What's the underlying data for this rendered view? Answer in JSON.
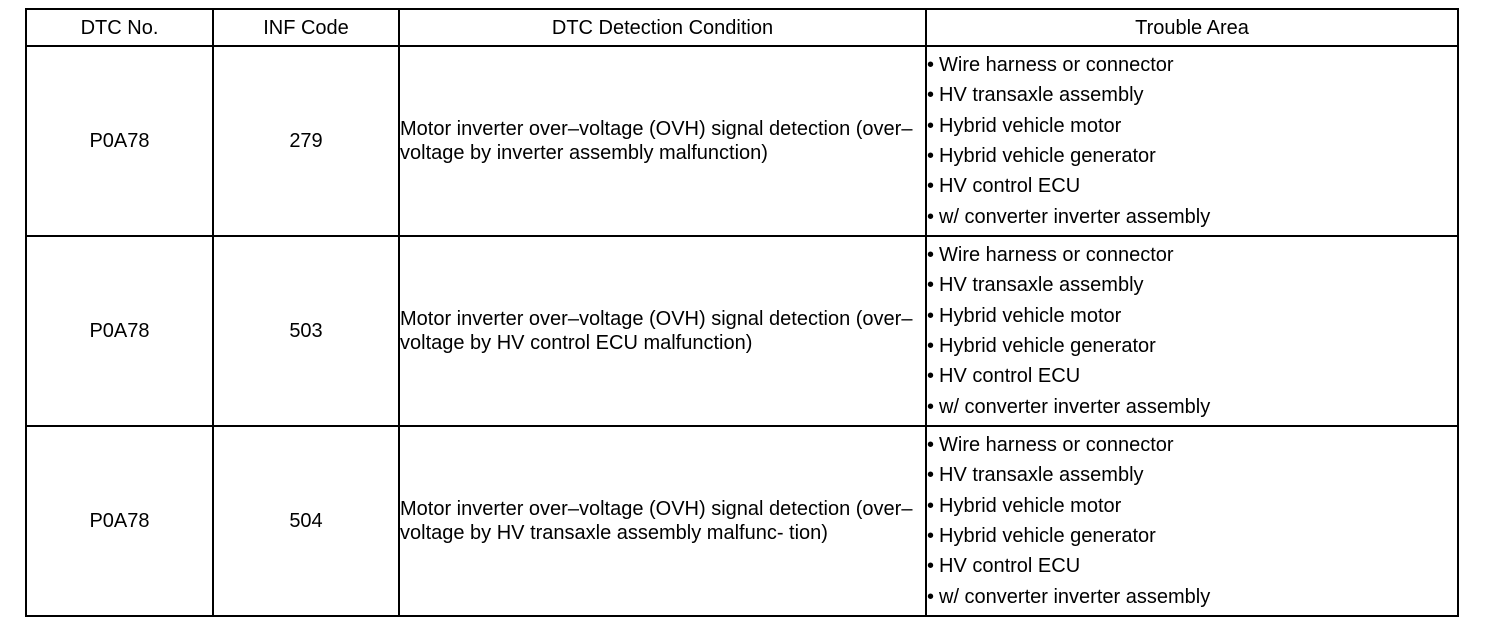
{
  "table": {
    "headers": [
      "DTC No.",
      "INF Code",
      "DTC Detection Condition",
      "Trouble Area"
    ],
    "bullet": "•",
    "rows": [
      {
        "dtc": "P0A78",
        "inf": "279",
        "condition": "Motor inverter over–voltage (OVH) signal detection (over–voltage by inverter assembly malfunction)",
        "trouble": [
          "Wire harness or connector",
          "HV transaxle assembly",
          "Hybrid vehicle motor",
          "Hybrid vehicle generator",
          "HV control ECU",
          "w/ converter inverter assembly"
        ]
      },
      {
        "dtc": "P0A78",
        "inf": "503",
        "condition": "Motor inverter over–voltage (OVH) signal detection (over–voltage by HV control ECU malfunction)",
        "trouble": [
          "Wire harness or connector",
          "HV transaxle assembly",
          "Hybrid vehicle motor",
          "Hybrid vehicle generator",
          "HV control ECU",
          "w/ converter inverter assembly"
        ]
      },
      {
        "dtc": "P0A78",
        "inf": "504",
        "condition": "Motor inverter over–voltage (OVH) signal detection (over–voltage by HV transaxle assembly malfunc- tion)",
        "trouble": [
          "Wire harness or connector",
          "HV transaxle assembly",
          "Hybrid vehicle motor",
          "Hybrid vehicle generator",
          "HV control ECU",
          "w/ converter inverter assembly"
        ]
      }
    ]
  }
}
